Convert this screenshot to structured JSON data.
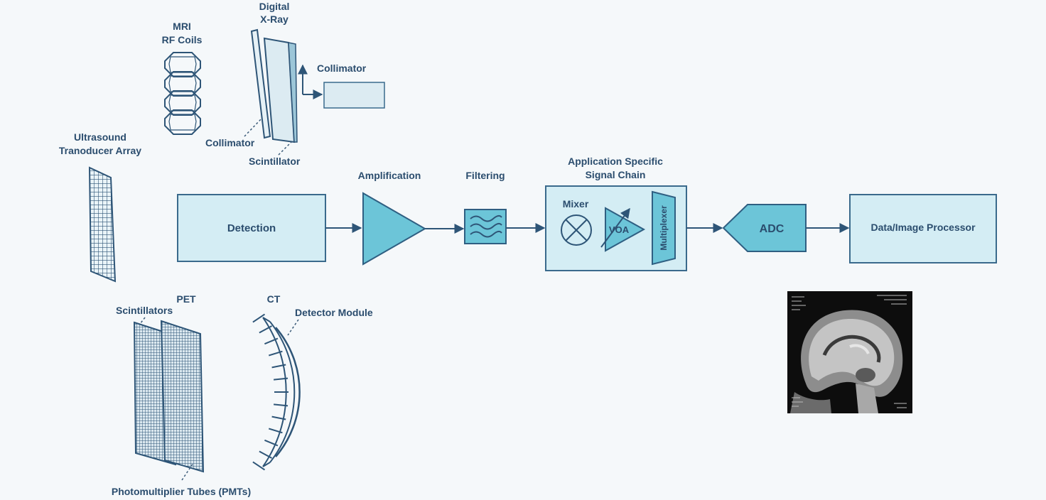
{
  "labels": {
    "mri": "MRI",
    "rf_coils": "RF Coils",
    "digital": "Digital",
    "xray": "X-Ray",
    "collimator_top": "Collimator",
    "collimator_left": "Collimator",
    "scintillator": "Scintillator",
    "ultrasound": "Ultrasound",
    "transducer_array": "Tranoducer Array",
    "detection": "Detection",
    "amplification": "Amplification",
    "filtering": "Filtering",
    "app_specific_1": "Application Specific",
    "app_specific_2": "Signal Chain",
    "mixer": "Mixer",
    "voa": "VOA",
    "multiplexer": "Multiplexer",
    "adc": "ADC",
    "data_processor": "Data/Image Processor",
    "pet": "PET",
    "scintillators": "Scintillators",
    "ct": "CT",
    "detector_module": "Detector Module",
    "pmts": "Photomultiplier Tubes (PMTs)"
  },
  "colors": {
    "light_fill": "#d4edf4",
    "mid_fill": "#6cc5d8",
    "stroke": "#2e5577",
    "text": "#2b4d6e"
  }
}
